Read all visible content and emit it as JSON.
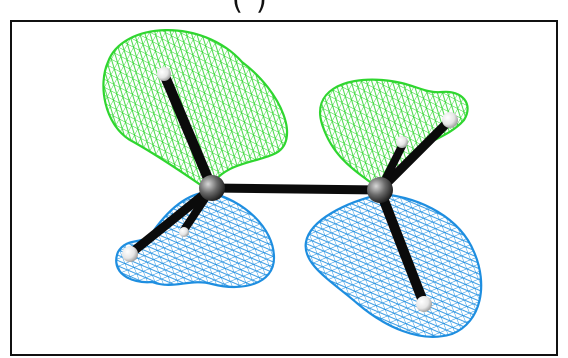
{
  "caption_fragment": "(       )",
  "colors": {
    "green_lobe": "#2fd62f",
    "blue_lobe": "#1e8ee0",
    "bond": "#0b0b0b",
    "carbon": "#555555",
    "hydrogen": "#f2f2f2",
    "frame": "#111111"
  },
  "scene": {
    "atoms": [
      {
        "element": "C"
      },
      {
        "element": "C"
      },
      {
        "element": "H"
      },
      {
        "element": "H"
      },
      {
        "element": "H"
      },
      {
        "element": "H"
      },
      {
        "element": "H"
      },
      {
        "element": "H"
      }
    ],
    "orbital_lobes": [
      {
        "phase": "positive",
        "color_key": "green_lobe"
      },
      {
        "phase": "positive",
        "color_key": "green_lobe"
      },
      {
        "phase": "negative",
        "color_key": "blue_lobe"
      },
      {
        "phase": "negative",
        "color_key": "blue_lobe"
      }
    ],
    "bond_count": 7
  }
}
